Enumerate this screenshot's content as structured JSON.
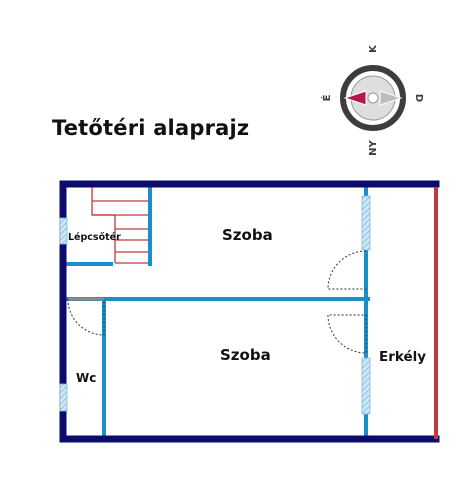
{
  "title": "Tetőtéri alaprajz",
  "compass": {
    "north": "K",
    "east": "D",
    "south": "NY",
    "west": "É"
  },
  "rooms": {
    "staircase": "Lépcsőtér",
    "room_upper": "Szoba",
    "room_lower": "Szoba",
    "wc": "Wc",
    "balcony": "Erkély"
  },
  "colors": {
    "outer_wall": "#0b0b6e",
    "inner_wall": "#1a8fc9",
    "railing": "#c0393b",
    "stairs": "#c0393b",
    "window": "#a9d4ea",
    "compass_accent": "#b5174b"
  }
}
